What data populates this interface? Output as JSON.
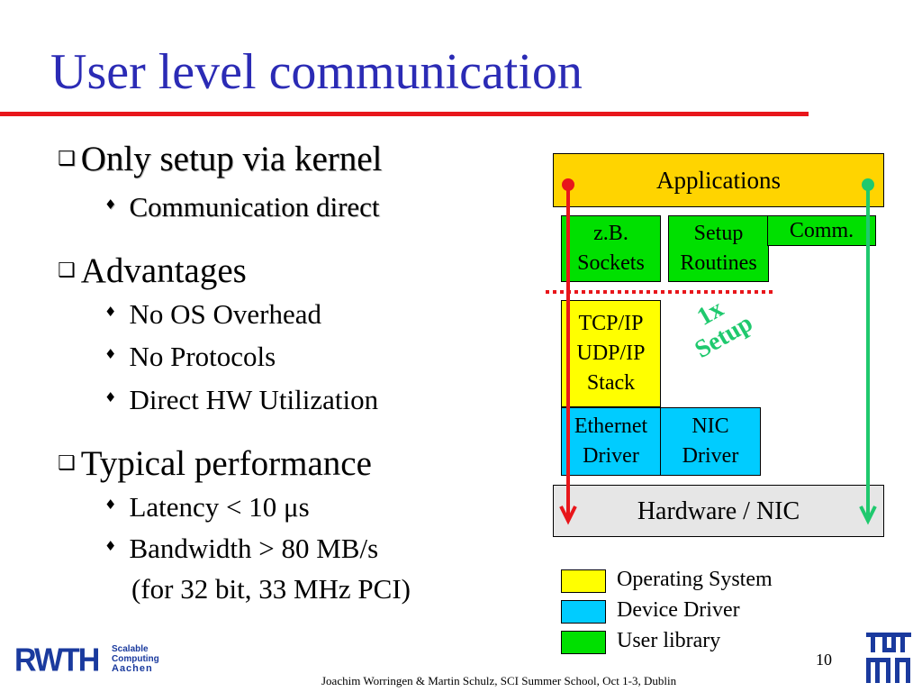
{
  "slide": {
    "title": "User level communication",
    "page_number": "10",
    "footer": "Joachim Worringen & Martin Schulz, SCI Summer School, Oct 1-3, Dublin"
  },
  "bullets": [
    {
      "text": "Only setup via kernel",
      "sub": [
        "Communication direct"
      ]
    },
    {
      "text": "Advantages",
      "sub": [
        "No OS Overhead",
        "No Protocols",
        "Direct HW Utilization"
      ]
    },
    {
      "text": "Typical performance",
      "sub": [
        "Latency < 10 μs",
        "Bandwidth > 80 MB/s",
        "(for 32 bit, 33 MHz PCI)"
      ]
    }
  ],
  "diagram": {
    "applications": "Applications",
    "zb_line1": "z.B.",
    "zb_line2": "Sockets",
    "setup_line1": "Setup",
    "setup_line2": "Routines",
    "comm": "Comm.",
    "tcp_line1": "TCP/IP",
    "tcp_line2": "UDP/IP",
    "tcp_line3": "Stack",
    "eth_line1": "Ethernet",
    "eth_line2": "Driver",
    "nic_line1": "NIC",
    "nic_line2": "Driver",
    "hardware": "Hardware / NIC",
    "setup_note_line1": "1x",
    "setup_note_line2": "Setup"
  },
  "legend": [
    {
      "label": "Operating System",
      "color": "#ffff00"
    },
    {
      "label": "Device Driver",
      "color": "#00ccff"
    },
    {
      "label": "User library",
      "color": "#00e000"
    }
  ],
  "logos": {
    "rwth_text": "RWTH",
    "rwth_sub1": "Scalable",
    "rwth_sub2": "Computing",
    "rwth_sub3": "Aachen",
    "tum_text": "TUM"
  },
  "colors": {
    "title": "#2b2bb5",
    "rule": "#e8161b",
    "kernel_arrow": "#e8161b",
    "user_arrow": "#1fc96e",
    "setup_note": "#1fc96e",
    "logo_blue": "#1a3a9e"
  }
}
